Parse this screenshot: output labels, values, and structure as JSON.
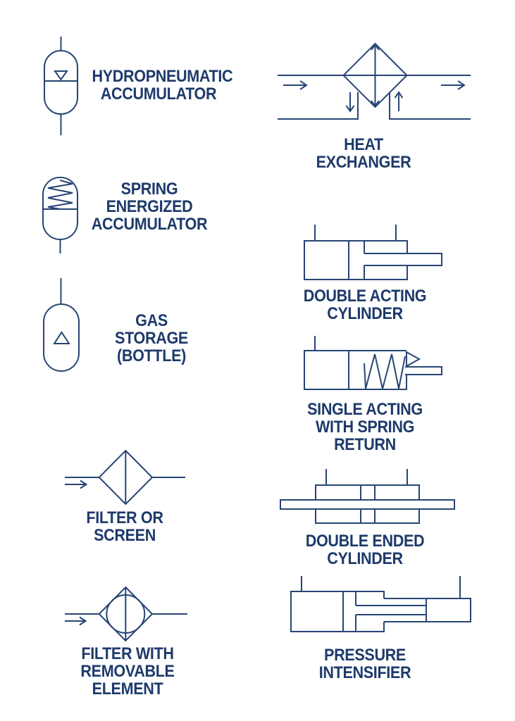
{
  "page": {
    "background": "#ffffff",
    "description": "Fluid power schematic symbols chart"
  },
  "colors": {
    "line": "#274575",
    "text": "#1e3a6b"
  },
  "symbols": [
    {
      "id": "hydropneumatic-accumulator",
      "caption": "HYDROPNEUMATIC\nACCUMULATOR"
    },
    {
      "id": "heat-exchanger",
      "caption": "HEAT EXCHANGER"
    },
    {
      "id": "spring-energized-accumulator",
      "caption": "SPRING\nENERGIZED\nACCUMULATOR"
    },
    {
      "id": "gas-storage-bottle",
      "caption": "GAS\nSTORAGE\n(BOTTLE)"
    },
    {
      "id": "double-acting-cylinder",
      "caption": "DOUBLE ACTING\nCYLINDER"
    },
    {
      "id": "single-acting-with-spring-return",
      "caption": "SINGLE ACTING\nWITH SPRING RETURN"
    },
    {
      "id": "filter-or-screen",
      "caption": "FILTER OR SCREEN"
    },
    {
      "id": "double-ended-cylinder",
      "caption": "DOUBLE ENDED\nCYLINDER"
    },
    {
      "id": "filter-with-removable-element",
      "caption": "FILTER WITH\nREMOVABLE ELEMENT"
    },
    {
      "id": "pressure-intensifier",
      "caption": "PRESSURE\nINTENSIFIER"
    }
  ]
}
